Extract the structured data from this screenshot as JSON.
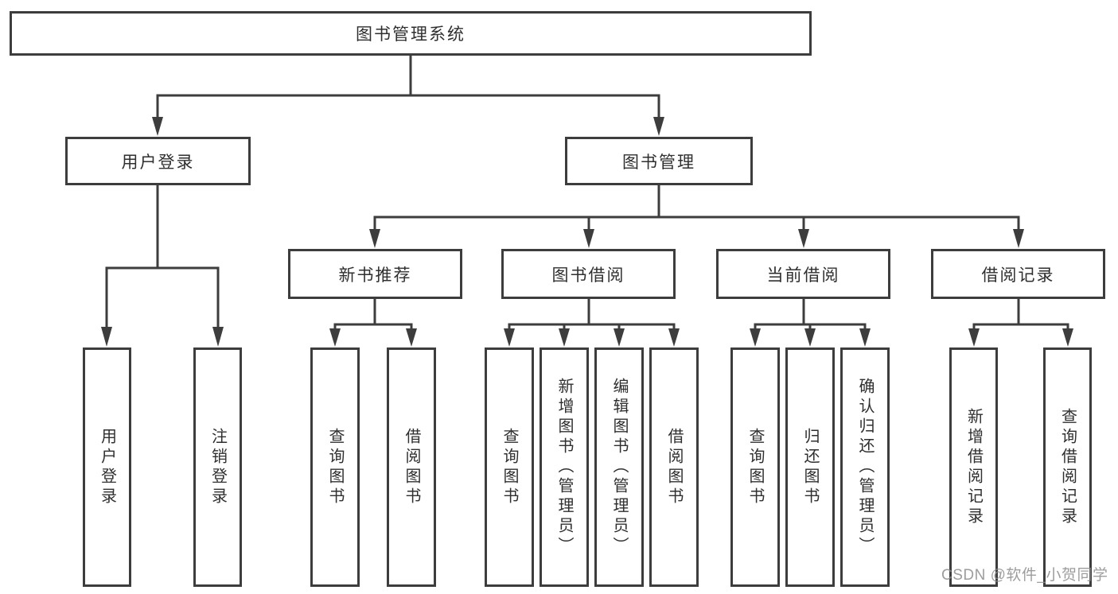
{
  "diagram": {
    "root": {
      "label": "图书管理系统"
    },
    "user_login": {
      "label": "用户登录",
      "children": [
        {
          "label": "用户登录"
        },
        {
          "label": "注销登录"
        }
      ]
    },
    "book_management": {
      "label": "图书管理",
      "sections": [
        {
          "label": "新书推荐",
          "children": [
            {
              "label": "查询图书"
            },
            {
              "label": "借阅图书"
            }
          ]
        },
        {
          "label": "图书借阅",
          "children": [
            {
              "label": "查询图书"
            },
            {
              "label": "新增图书（管理员）"
            },
            {
              "label": "编辑图书（管理员）"
            },
            {
              "label": "借阅图书"
            }
          ]
        },
        {
          "label": "当前借阅",
          "children": [
            {
              "label": "查询图书"
            },
            {
              "label": "归还图书"
            },
            {
              "label": "确认归还（管理员）"
            }
          ]
        },
        {
          "label": "借阅记录",
          "children": [
            {
              "label": "新增借阅记录"
            },
            {
              "label": "查询借阅记录"
            }
          ]
        }
      ]
    }
  },
  "colors": {
    "line": "#3d3d3d",
    "text": "#2f2f2f",
    "background": "#ffffff",
    "watermark": "#8c8c8c"
  },
  "watermark": {
    "text": "CSDN @软件_小贺同学"
  }
}
